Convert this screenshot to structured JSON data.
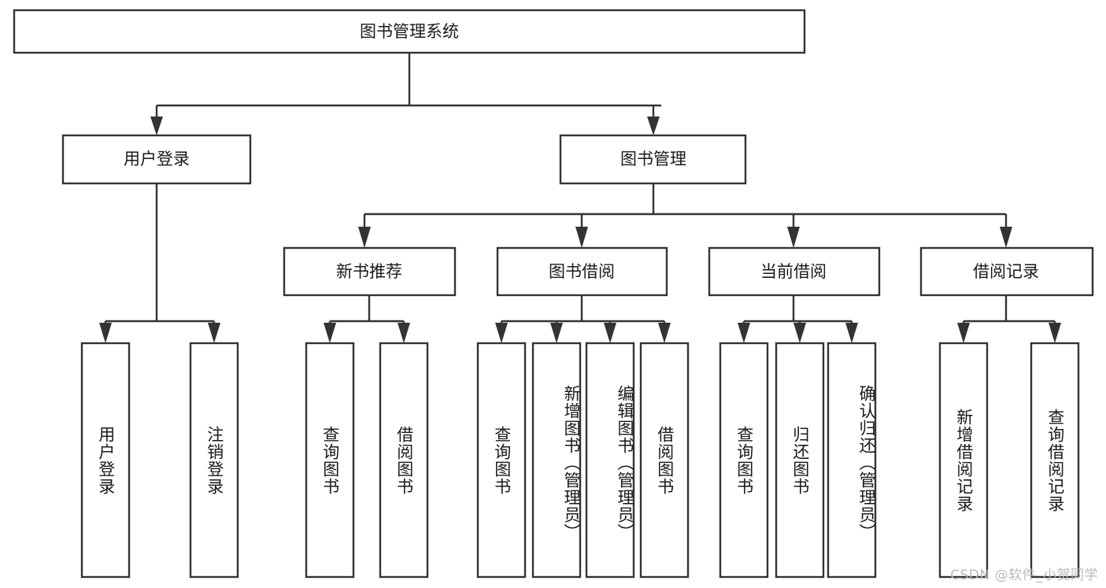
{
  "diagram": {
    "type": "tree",
    "title": "图书管理系统",
    "colors": {
      "box_stroke": "#333333",
      "box_fill": "#ffffff",
      "connector": "#333333",
      "text": "#1a1a1a",
      "watermark": "#b9b9b9",
      "background": "#ffffff"
    },
    "root": {
      "label": "图书管理系统"
    },
    "level2": [
      {
        "label": "用户登录"
      },
      {
        "label": "图书管理"
      }
    ],
    "level3": [
      {
        "label": "新书推荐"
      },
      {
        "label": "图书借阅"
      },
      {
        "label": "当前借阅"
      },
      {
        "label": "借阅记录"
      }
    ],
    "leaves": {
      "user_login": [
        {
          "label": "用户登录"
        },
        {
          "label": "注销登录"
        }
      ],
      "new_book_recommend": [
        {
          "label": "查询图书"
        },
        {
          "label": "借阅图书"
        }
      ],
      "book_borrow": [
        {
          "label": "查询图书"
        },
        {
          "label": "新增图书（管理员）"
        },
        {
          "label": "编辑图书（管理员）"
        },
        {
          "label": "借阅图书"
        }
      ],
      "current_borrow": [
        {
          "label": "查询图书"
        },
        {
          "label": "归还图书"
        },
        {
          "label": "确认归还（管理员）"
        }
      ],
      "borrow_record": [
        {
          "label": "新增借阅记录"
        },
        {
          "label": "查询借阅记录"
        }
      ]
    }
  },
  "watermark": {
    "text": "CSDN @软件_小贺同学"
  }
}
